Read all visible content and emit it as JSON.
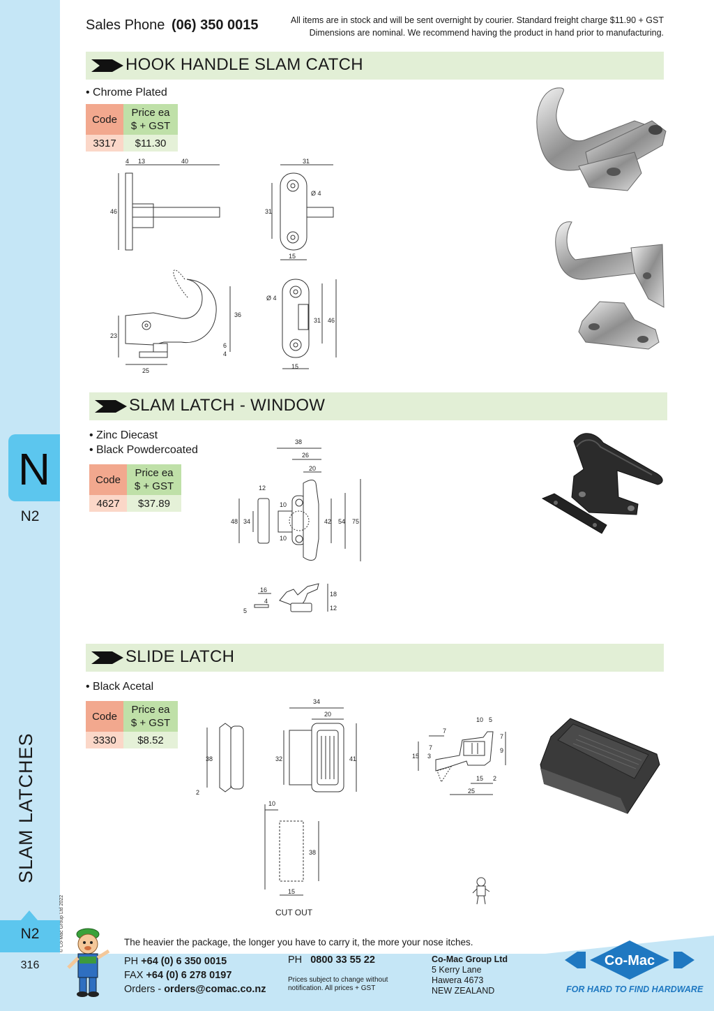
{
  "header": {
    "sales_label": "Sales Phone",
    "sales_phone": "(06) 350 0015",
    "notice_line1": "All items are in stock and will be sent overnight by courier. Standard freight charge $11.90 + GST",
    "notice_line2": "Dimensions are nominal. We recommend having the product in hand prior to manufacturing."
  },
  "sidebar": {
    "letter": "N",
    "code": "N2",
    "category": "SLAM LATCHES",
    "copyright": "© Co-Mac Group Ltd 2022",
    "footer_code": "N2",
    "page_number": "316"
  },
  "sections": [
    {
      "title": "HOOK HANDLE SLAM CATCH",
      "bullets": [
        "• Chrome Plated"
      ],
      "code_header": "Code",
      "price_header_1": "Price ea",
      "price_header_2": "$ + GST",
      "code": "3317",
      "price": "$11.30",
      "dims": {
        "a": "4",
        "b": "13",
        "c": "40",
        "d": "46",
        "e": "31",
        "f": "Ø 4",
        "g": "31",
        "h": "15",
        "i": "23",
        "j": "25",
        "k": "36",
        "l": "6",
        "m": "4",
        "n": "Ø 4",
        "o": "31",
        "p": "46",
        "q": "15"
      }
    },
    {
      "title": "SLAM LATCH - WINDOW",
      "bullets": [
        "• Zinc Diecast",
        "• Black Powdercoated"
      ],
      "code_header": "Code",
      "price_header_1": "Price ea",
      "price_header_2": "$ + GST",
      "code": "4627",
      "price": "$37.89",
      "dims": {
        "a": "38",
        "b": "26",
        "c": "20",
        "d": "12",
        "e": "48",
        "f": "34",
        "g": "10",
        "h": "10",
        "i": "42",
        "j": "54",
        "k": "75",
        "l": "16",
        "m": "5",
        "n": "18",
        "o": "12",
        "p": "4"
      }
    },
    {
      "title": "SLIDE LATCH",
      "bullets": [
        "• Black Acetal"
      ],
      "code_header": "Code",
      "price_header_1": "Price ea",
      "price_header_2": "$ + GST",
      "code": "3330",
      "price": "$8.52",
      "dims": {
        "a": "38",
        "b": "2",
        "c": "34",
        "d": "20",
        "e": "32",
        "f": "41",
        "g": "10",
        "h": "38",
        "i": "15",
        "cutout": "CUT OUT",
        "j": "10",
        "k": "5",
        "l": "7",
        "m": "7",
        "n": "7",
        "o": "9",
        "p": "15",
        "q": "3",
        "r": "15",
        "s": "2",
        "t": "25"
      }
    }
  ],
  "footer": {
    "tagline": "The heavier the package, the longer you have to carry it, the more your nose itches.",
    "ph_label": "PH",
    "ph_value": "+64 (0) 6 350 0015",
    "fax_label": "FAX",
    "fax_value": "+64 (0) 6 278 0197",
    "orders_label": "Orders -",
    "orders_value": "orders@comac.co.nz",
    "ph2_label": "PH",
    "ph2_value": "0800 33 55 22",
    "note_line1": "Prices subject to change without",
    "note_line2": "notification. All prices + GST",
    "company": "Co-Mac Group Ltd",
    "address1": "5 Kerry Lane",
    "address2": "Hawera 4673",
    "address3": "NEW ZEALAND",
    "logo_text": "Co-Mac",
    "slogan": "FOR HARD TO FIND HARDWARE"
  },
  "colors": {
    "sidebar": "#c5e6f6",
    "tab": "#5cc6ee",
    "section_bar": "#e2efd6",
    "code_header": "#f2a88e",
    "price_header": "#bfe0a8",
    "logo_blue": "#1f78c1"
  }
}
